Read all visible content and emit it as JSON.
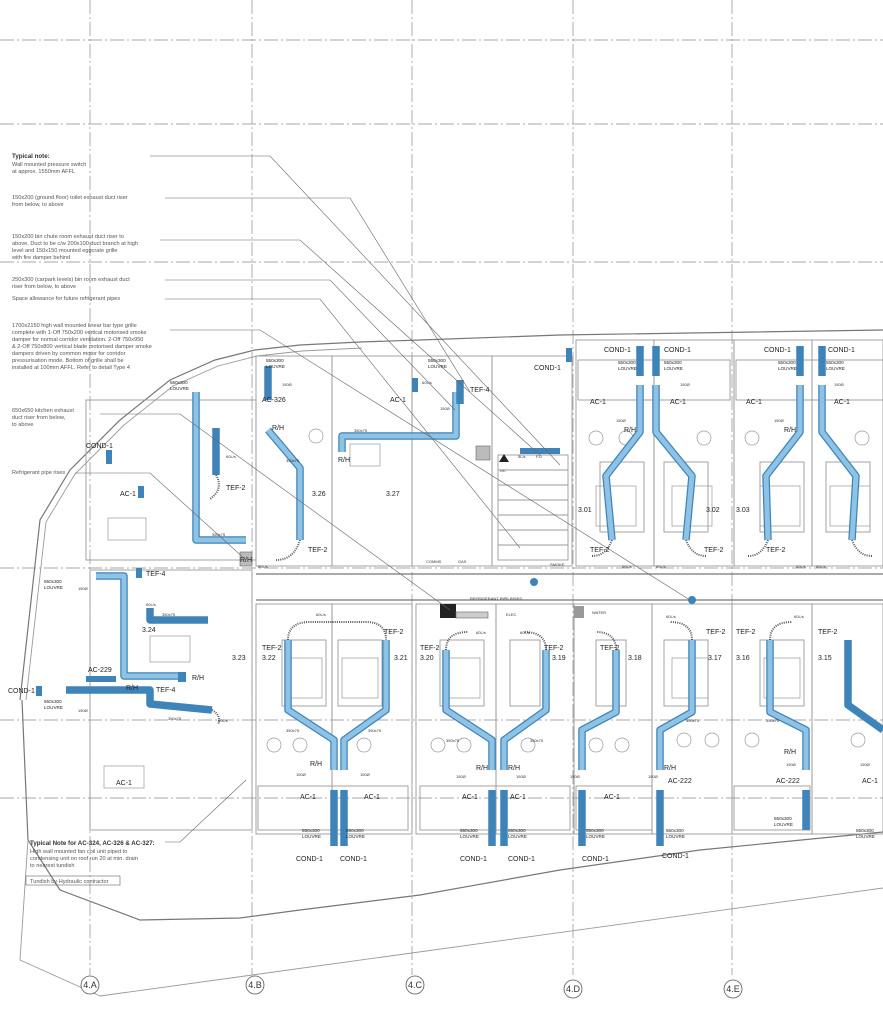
{
  "notes": {
    "typical_title": "Typical note:",
    "typical_lines": [
      "Wall mounted pressure switch",
      "at approx. 1550mm AFFL"
    ],
    "n1": [
      "150x200 (ground floor) toilet exhaust duct riser",
      "from below, to above"
    ],
    "n2": [
      "150x200 bin chute room exhaust duct riser to",
      "above. Duct to be c/w 200x100 duct branch at high",
      "level and 150x150 mounted eggcrate grille",
      "with fire damper behind"
    ],
    "n3": [
      "250x300 (carpark levels) bin room exhaust duct",
      "riser from below, to above"
    ],
    "n4": [
      "Space allowance for future refrigerant pipes"
    ],
    "n5": [
      "1700x2150 high wall mounted linear bar type grille",
      "complete with 1-Off 750x200 vertical motorised smoke",
      "damper for normal corridor ventilation. 2-Off 750x950",
      "& 2-Off 750x800 vertical blade motorised damper smoke",
      "dampers driven by common motor for corridor",
      "pressurisation mode. Bottom of grille shall be",
      "installed at 100mm AFFL. Refer to detail Type 4"
    ],
    "n6": [
      "650x650 kitchen exhaust",
      "duct riser from below,",
      "to above"
    ],
    "n7": [
      "Refrigerant pipe rises"
    ],
    "bottom_title": "Typical Note for AC-324, AC-326 & AC-327:",
    "bottom_lines": [
      "High wall mounted fan coil unit piped to",
      "condensing unit on roof run 20 at min. drain",
      "to nearest tundish"
    ],
    "tundish": "Tundish by Hydraulic contractor"
  },
  "grid_labels": [
    "4.A",
    "4.B",
    "4.C",
    "4.D",
    "4.E"
  ],
  "rooms": {
    "r326": "3.26",
    "r327": "3.27",
    "r301": "3.01",
    "r302": "3.02",
    "r303": "3.03",
    "r324": "3.24",
    "r323": "3.23",
    "r322": "3.22",
    "r321": "3.21",
    "r320": "3.20",
    "r319": "3.19",
    "r318": "3.18",
    "r317": "3.17",
    "r316": "3.16",
    "r315": "3.15"
  },
  "tags": {
    "cond": "COND-1",
    "ac": "AC-1",
    "rh": "R/H",
    "tef2": "TEF-2",
    "tef4": "TEF-4",
    "ac326": "AC-326",
    "ac229": "AC-229",
    "ac222": "AC-222",
    "louvre": "LOUVRE",
    "louvre_size_a": "550x300",
    "louvre_size_b": "550x300",
    "d150": "150Ø",
    "flow60": "60L/s",
    "duct350": "350x75",
    "fd": "F.D",
    "sizeFD": "5L/s",
    "comms": "COMMS",
    "gas": "GAS",
    "elec": "ELEC",
    "water": "WATER",
    "smoke": "SMOKE",
    "ref_rises": "REFRIGERANT PIPE RISES",
    "uc": "UC"
  }
}
